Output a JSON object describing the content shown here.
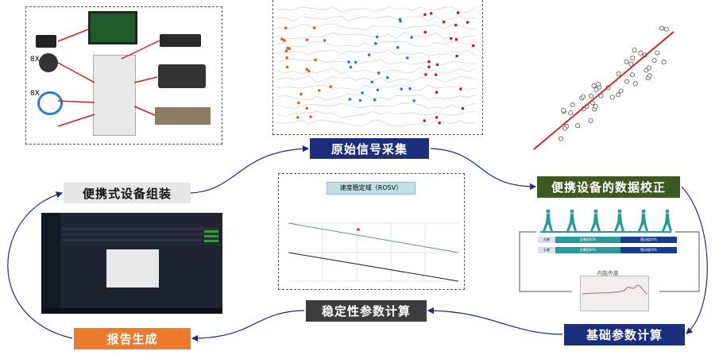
{
  "steps": {
    "acquisition": "原始信号采集",
    "correction": "便携设备的数据校正",
    "assembly": "便携式设备组装",
    "stability": "稳定性参数计算",
    "report": "报告生成",
    "basic": "基础参数计算"
  },
  "hardware": {
    "count_a": "8X",
    "count_b": "8X"
  },
  "rosv_chart": {
    "title": "速度稳定域（ROSV）"
  },
  "gait": {
    "rows": [
      {
        "side": "左脚",
        "stance": "支撑相60%",
        "swing": "摆动相40%"
      },
      {
        "side": "右脚",
        "stance": "支撑相60%",
        "swing": "摆动相40%"
      }
    ],
    "plot_title": "内旋/外旋"
  },
  "colors": {
    "blue": "#1c2e7c",
    "green": "#3c5a22",
    "gray": "#3d3d3d",
    "orange": "#ec7a2c",
    "light": "#e6e6e6"
  }
}
